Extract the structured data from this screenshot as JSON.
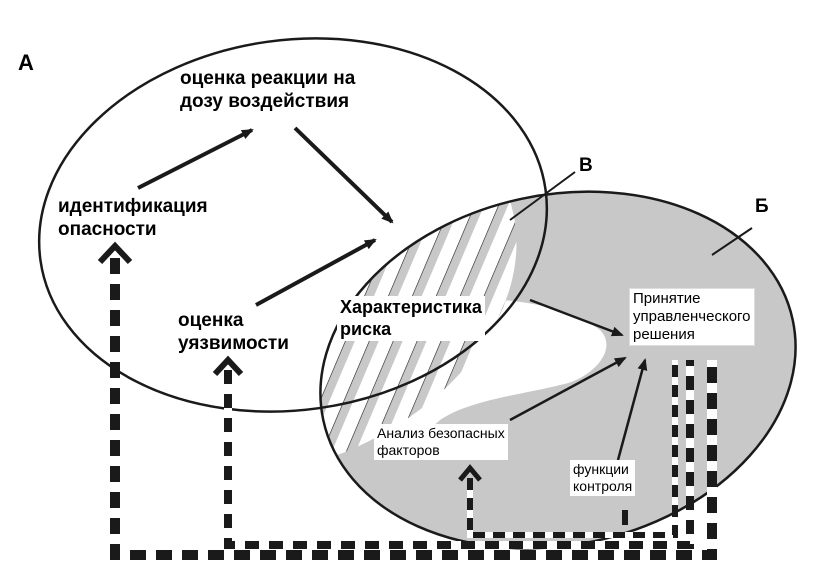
{
  "labels": {
    "section_a": "А",
    "section_b": "Б",
    "section_v": "В",
    "dose_response_line1": "оценка реакции на",
    "dose_response_line2": "дозу воздействия",
    "hazard_id_line1": "идентификация",
    "hazard_id_line2": "опасности",
    "vulnerability_line1": "оценка",
    "vulnerability_line2": "уязвимости",
    "risk_char_line1": "Характеристика",
    "risk_char_line2": "риска",
    "decision_line1": "Принятие",
    "decision_line2": "управленческого",
    "decision_line3": "решения",
    "safe_factors_line1": "Анализ безопасных",
    "safe_factors_line2": "факторов",
    "control_line1": "функции",
    "control_line2": "контроля"
  },
  "colors": {
    "background": "#ffffff",
    "region_b_fill": "#c8c8c8",
    "outline": "#1a1a1a",
    "text": "#000000"
  }
}
